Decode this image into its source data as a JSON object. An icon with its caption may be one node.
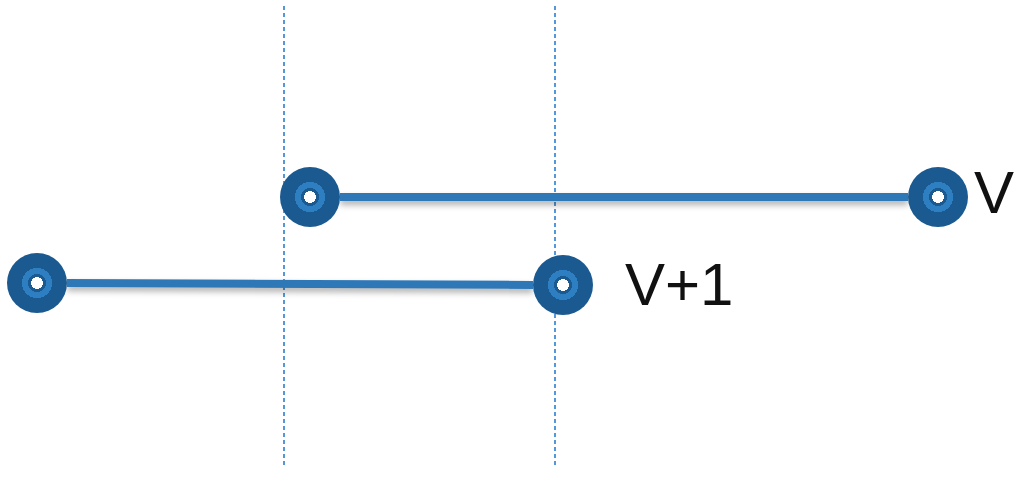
{
  "diagram": {
    "nodes": [
      {
        "text": [],
        "shape": "circle"
      },
      {
        "text": [],
        "shape": "circle",
        "beside": [
          "V"
        ]
      },
      {
        "text": [],
        "shape": "circle"
      },
      {
        "text": [],
        "shape": "circle",
        "beside": [
          "V+1"
        ]
      }
    ],
    "edges": [
      {
        "from": 0,
        "to": 1,
        "arrow": "none"
      },
      {
        "from": 2,
        "to": 3,
        "arrow": "none"
      }
    ]
  }
}
